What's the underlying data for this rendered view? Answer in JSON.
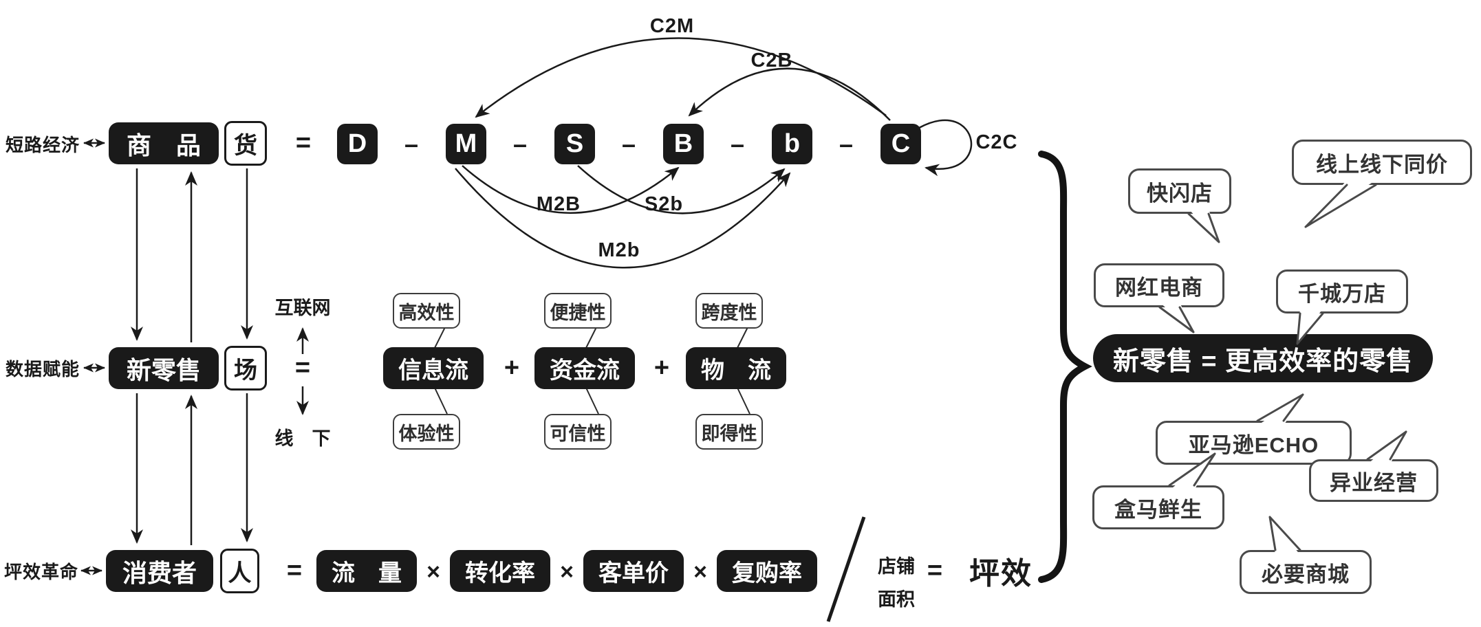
{
  "palette": {
    "ink": "#1a1a1a",
    "box_fill": "#1a1a1a",
    "box_text": "#ffffff",
    "bubble_border": "#4a4a4a",
    "bubble_text": "#333333",
    "background": "#ffffff"
  },
  "left_labels": [
    {
      "id": "short-circuit-economy",
      "text": "短路经济"
    },
    {
      "id": "data-empowerment",
      "text": "数据赋能"
    },
    {
      "id": "floor-efficiency-revolution",
      "text": "坪效革命"
    }
  ],
  "rows": {
    "goods": {
      "label": "商　品",
      "tag": "货"
    },
    "retail": {
      "label": "新零售",
      "tag": "场"
    },
    "consumer": {
      "label": "消费者",
      "tag": "人"
    }
  },
  "equation_top": {
    "equals": "=",
    "dash": "–",
    "letters": [
      "D",
      "M",
      "S",
      "B",
      "b",
      "C"
    ],
    "arcs_top": [
      "C2M",
      "C2B"
    ],
    "self_loop": "C2C",
    "arcs_bottom": [
      "M2B",
      "S2b",
      "M2b"
    ]
  },
  "equation_mid": {
    "equals": "=",
    "plus": "+",
    "online": "互联网",
    "offline": "线　下",
    "flows": [
      {
        "name": "信息流",
        "top": "高效性",
        "bottom": "体验性"
      },
      {
        "name": "资金流",
        "top": "便捷性",
        "bottom": "可信性"
      },
      {
        "name": "物　流",
        "top": "跨度性",
        "bottom": "即得性"
      }
    ]
  },
  "equation_bottom": {
    "equals": "=",
    "times": "×",
    "metrics": [
      "流　量",
      "转化率",
      "客单价",
      "复购率"
    ],
    "divisor_line1": "店铺",
    "divisor_line2": "面积",
    "result_equals": "=",
    "result": "坪效"
  },
  "conclusion": {
    "text": "新零售 = 更高效率的零售"
  },
  "examples": [
    {
      "id": "pop-up-store",
      "text": "快闪店"
    },
    {
      "id": "same-price-online-offline",
      "text": "线上线下同价"
    },
    {
      "id": "influencer-ecommerce",
      "text": "网红电商"
    },
    {
      "id": "thousand-city-shops",
      "text": "千城万店"
    },
    {
      "id": "amazon-echo",
      "text": "亚马逊ECHO"
    },
    {
      "id": "cross-industry",
      "text": "异业经营"
    },
    {
      "id": "hema-fresh",
      "text": "盒马鲜生"
    },
    {
      "id": "biyao-mall",
      "text": "必要商城"
    }
  ]
}
